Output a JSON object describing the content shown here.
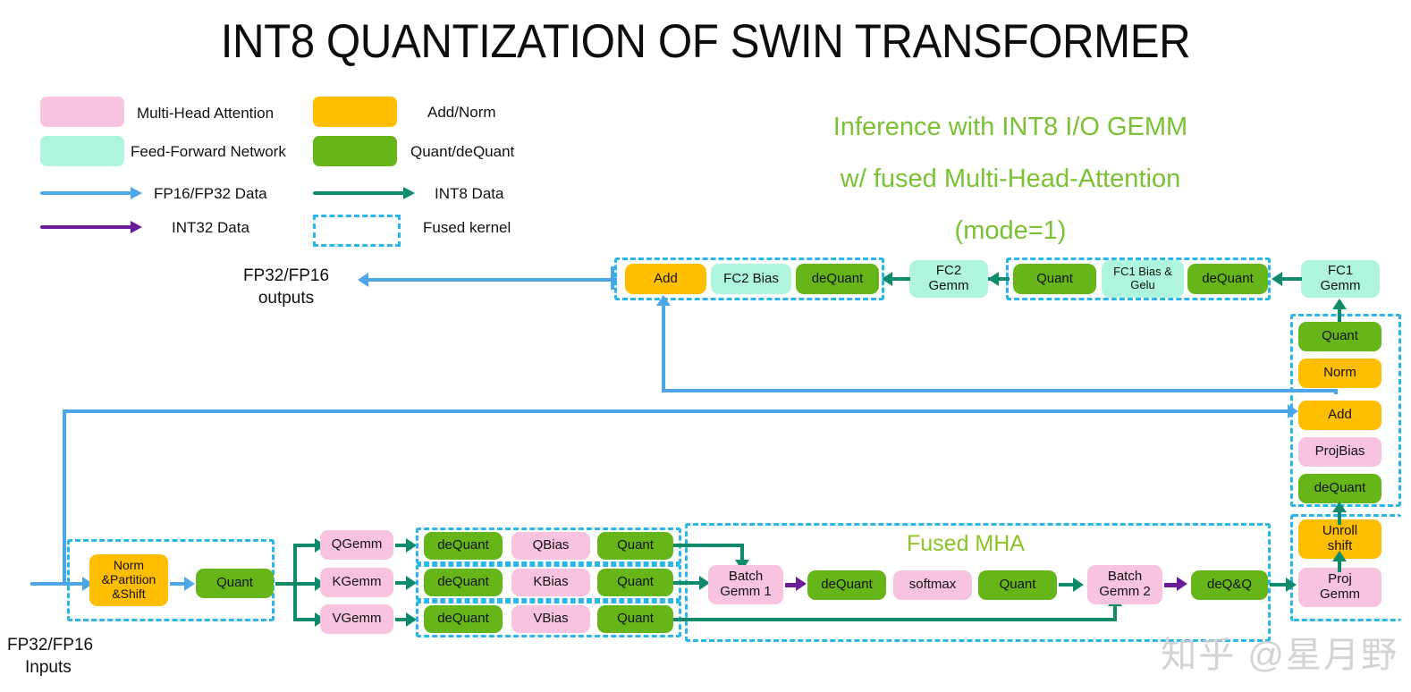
{
  "title": "INT8 QUANTIZATION OF SWIN TRANSFORMER",
  "legend": {
    "swatches": [
      {
        "label": "Multi-Head Attention",
        "color": "#f7c3de"
      },
      {
        "label": "Feed-Forward Network",
        "color": "#aff5dd"
      },
      {
        "label": "Add/Norm",
        "color": "#ffbf00"
      },
      {
        "label": "Quant/deQuant",
        "color": "#66b61a"
      }
    ],
    "lines": [
      {
        "label": "FP16/FP32 Data",
        "color": "#4da6e8"
      },
      {
        "label": "INT8 Data",
        "color": "#0f8a6a"
      },
      {
        "label": "INT32 Data",
        "color": "#6a1b9a"
      },
      {
        "label": "Fused kernel",
        "color": "#29b6e8"
      }
    ]
  },
  "headline": {
    "line1": "Inference with INT8 I/O GEMM",
    "line2": "w/ fused Multi-Head-Attention",
    "line3": "(mode=1)",
    "color": "#7ac134"
  },
  "labels": {
    "outputs": "FP32/FP16\noutputs",
    "outputs_l1": "FP32/FP16",
    "outputs_l2": "outputs",
    "inputs_l1": "FP32/FP16",
    "inputs_l2": "Inputs",
    "fused_mha": "Fused MHA"
  },
  "blocks": {
    "ffn_row": [
      {
        "id": "add-top",
        "label": "Add",
        "kind": "orange"
      },
      {
        "id": "fc2-bias",
        "label": "FC2 Bias",
        "kind": "mint"
      },
      {
        "id": "dequant-fc2",
        "label": "deQuant",
        "kind": "green"
      },
      {
        "id": "fc2-gemm",
        "label": "FC2\nGemm",
        "kind": "mint",
        "l1": "FC2",
        "l2": "Gemm"
      },
      {
        "id": "quant-fc1",
        "label": "Quant",
        "kind": "green"
      },
      {
        "id": "fc1-bias-gelu",
        "label": "FC1 Bias &\nGelu",
        "kind": "mint",
        "l1": "FC1 Bias &",
        "l2": "Gelu"
      },
      {
        "id": "dequant-fc1",
        "label": "deQuant",
        "kind": "green"
      },
      {
        "id": "fc1-gemm",
        "label": "FC1\nGemm",
        "kind": "mint",
        "l1": "FC1",
        "l2": "Gemm"
      }
    ],
    "right_col": [
      {
        "id": "quant-right",
        "label": "Quant",
        "kind": "green"
      },
      {
        "id": "norm-right",
        "label": "Norm",
        "kind": "orange"
      },
      {
        "id": "add-right",
        "label": "Add",
        "kind": "orange"
      },
      {
        "id": "projbias",
        "label": "ProjBias",
        "kind": "pink"
      },
      {
        "id": "dequant-right",
        "label": "deQuant",
        "kind": "green"
      },
      {
        "id": "unroll-shift",
        "label": "Unroll\nshift",
        "kind": "orange",
        "l1": "Unroll",
        "l2": "shift"
      },
      {
        "id": "proj-gemm",
        "label": "Proj\nGemm",
        "kind": "pink",
        "l1": "Proj",
        "l2": "Gemm"
      }
    ],
    "input_stage": [
      {
        "id": "norm-partition-shift",
        "label": "Norm\n&Partition\n&Shift",
        "kind": "orange",
        "l1": "Norm",
        "l2": "&Partition",
        "l3": "&Shift"
      },
      {
        "id": "quant-input",
        "label": "Quant",
        "kind": "green"
      }
    ],
    "qkv_gemms": [
      {
        "id": "qgemm",
        "label": "QGemm",
        "kind": "pink"
      },
      {
        "id": "kgemm",
        "label": "KGemm",
        "kind": "pink"
      },
      {
        "id": "vgemm",
        "label": "VGemm",
        "kind": "pink"
      }
    ],
    "qkv_rows": [
      [
        {
          "id": "dequant-q",
          "label": "deQuant",
          "kind": "green"
        },
        {
          "id": "qbias",
          "label": "QBias",
          "kind": "pink"
        },
        {
          "id": "quant-q",
          "label": "Quant",
          "kind": "green"
        }
      ],
      [
        {
          "id": "dequant-k",
          "label": "deQuant",
          "kind": "green"
        },
        {
          "id": "kbias",
          "label": "KBias",
          "kind": "pink"
        },
        {
          "id": "quant-k",
          "label": "Quant",
          "kind": "green"
        }
      ],
      [
        {
          "id": "dequant-v",
          "label": "deQuant",
          "kind": "green"
        },
        {
          "id": "vbias",
          "label": "VBias",
          "kind": "pink"
        },
        {
          "id": "quant-v",
          "label": "Quant",
          "kind": "green"
        }
      ]
    ],
    "mha_row": [
      {
        "id": "batch-gemm-1",
        "label": "Batch\nGemm 1",
        "kind": "pink",
        "l1": "Batch",
        "l2": "Gemm 1"
      },
      {
        "id": "dequant-mha",
        "label": "deQuant",
        "kind": "green"
      },
      {
        "id": "softmax",
        "label": "softmax",
        "kind": "pink"
      },
      {
        "id": "quant-mha",
        "label": "Quant",
        "kind": "green"
      },
      {
        "id": "batch-gemm-2",
        "label": "Batch\nGemm 2",
        "kind": "pink",
        "l1": "Batch",
        "l2": "Gemm 2"
      },
      {
        "id": "deqq",
        "label": "deQ&Q",
        "kind": "green"
      }
    ]
  },
  "watermark": "知乎 @星月野"
}
